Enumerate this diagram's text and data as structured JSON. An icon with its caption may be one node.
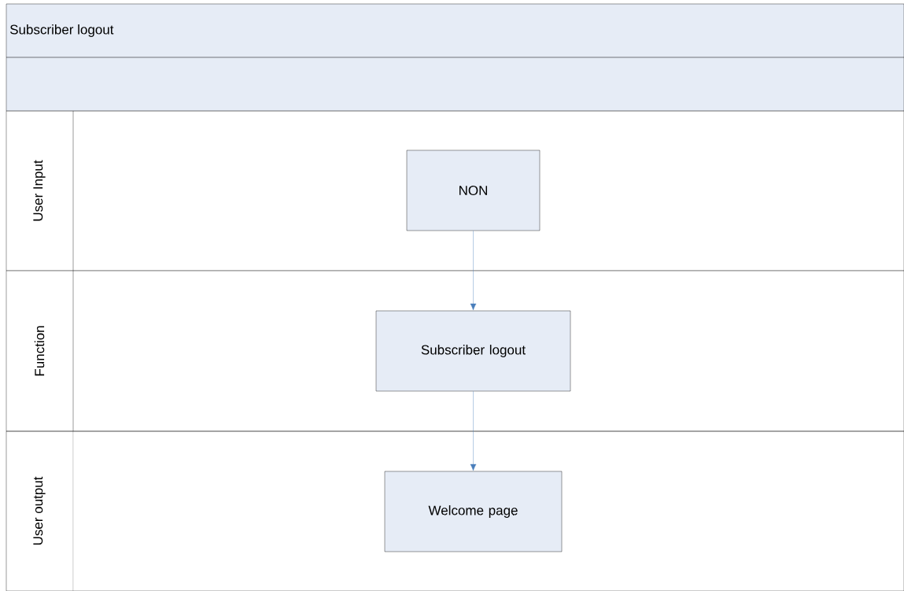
{
  "diagram": {
    "title": "Subscriber logout",
    "nodes": [
      {
        "text": [],
        "shape": "box"
      },
      {
        "text": [
          "User Input"
        ]
      },
      {
        "text": [
          "Function"
        ]
      },
      {
        "text": [
          "User output"
        ]
      },
      {
        "text": [
          "NON"
        ],
        "in": 1
      },
      {
        "text": [
          "Subscriber logout"
        ],
        "in": 2
      },
      {
        "text": [
          "Welcome page"
        ],
        "in": 3
      }
    ],
    "edges": [
      {
        "from": 4,
        "to": 5,
        "arrow": "to"
      },
      {
        "from": 5,
        "to": 6,
        "arrow": "to"
      }
    ]
  }
}
